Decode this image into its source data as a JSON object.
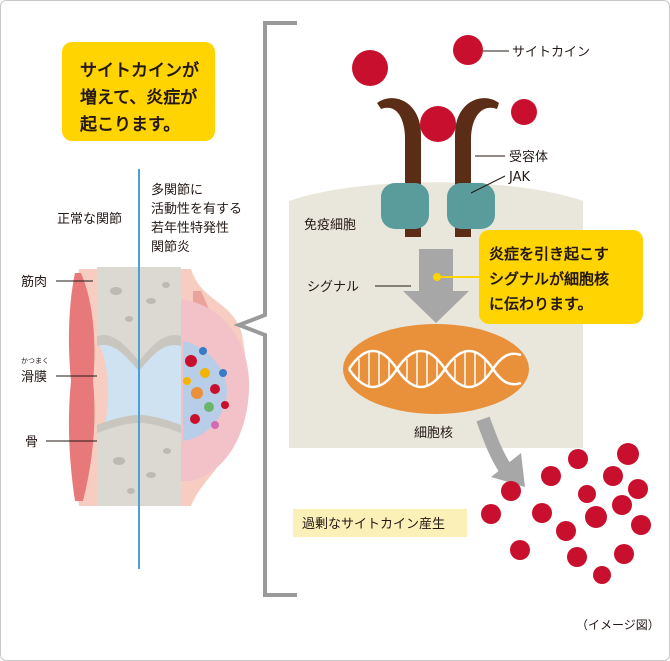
{
  "colors": {
    "callout_yellow": "#ffd400",
    "cytokine_red": "#c8102e",
    "receptor_brown": "#5b2d17",
    "jak_teal": "#5a9c9c",
    "cell_beige": "#e9e6dc",
    "nucleus_orange": "#e8903a",
    "signal_gray": "#a7a7a7",
    "bracket_gray": "#9a9a9a",
    "divider_blue": "#4aa0d8",
    "excess_label_bg": "#fbf0b8"
  },
  "callout_top": {
    "line1": "サイトカインが",
    "line2": "増えて、炎症が",
    "line3": "起こります。"
  },
  "joint": {
    "normal_label": "正常な関節",
    "ra_label_line1": "多関節に",
    "ra_label_line2": "活動性を有する",
    "ra_label_line3": "若年性特発性",
    "ra_label_line4": "関節炎",
    "muscle_label": "筋肉",
    "synovium_ruby": "かつまく",
    "synovium_label": "滑膜",
    "bone_label": "骨"
  },
  "cell": {
    "cytokine_label": "サイトカイン",
    "receptor_label": "受容体",
    "jak_label": "JAK",
    "immune_cell_label": "免疫細胞",
    "signal_label": "シグナル",
    "nucleus_label": "細胞核",
    "callout_line1": "炎症を引き起こす",
    "callout_line2": "シグナルが細胞核",
    "callout_line3": "に伝わります。",
    "excess_label": "過剰なサイトカイン産生"
  },
  "footer_note": "（イメージ図）"
}
